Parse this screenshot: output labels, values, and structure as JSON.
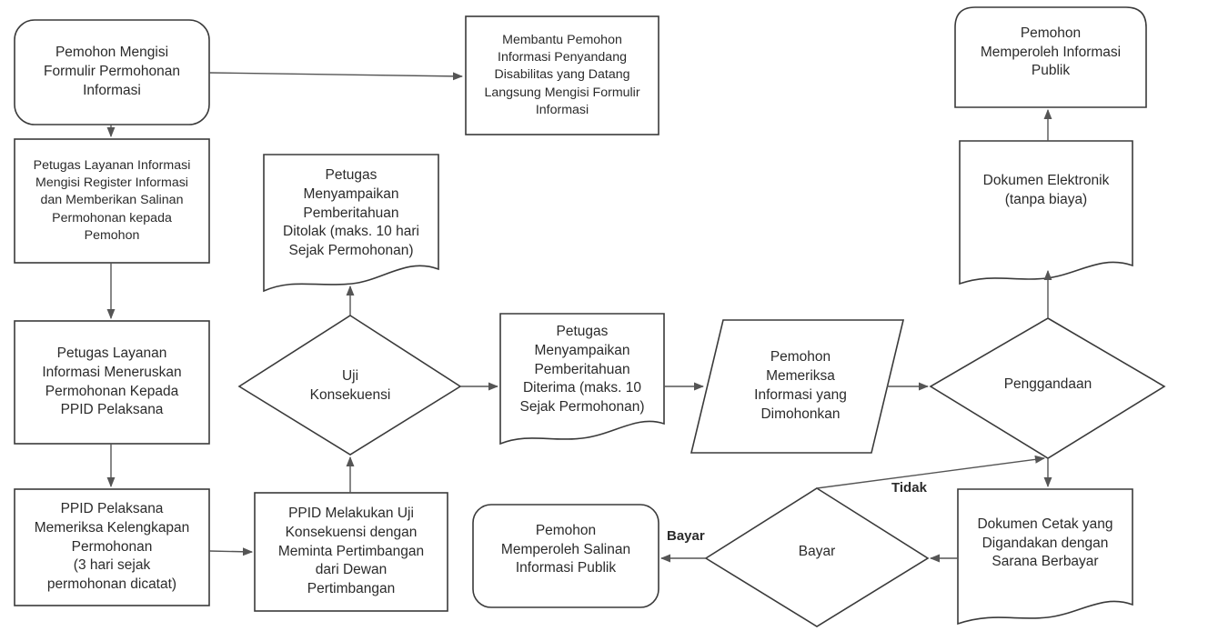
{
  "nodes": {
    "start": "Pemohon Mengisi\nFormulir Permohonan\nInformasi",
    "disabilitas": "Membantu Pemohon\nInformasi Penyandang\nDisabilitas yang Datang\nLangsung Mengisi Formulir\nInformasi",
    "register": "Petugas Layanan Informasi\nMengisi Register Informasi\ndan Memberikan Salinan\nPermohonan kepada\nPemohon",
    "teruskan": "Petugas Layanan\nInformasi Meneruskan\nPermohonan Kepada\nPPID Pelaksana",
    "periksa_kelengkapan": "PPID Pelaksana\nMemeriksa Kelengkapan\nPermohonan\n(3 hari sejak\npermohonan dicatat)",
    "uji_pertimbangan": "PPID Melakukan Uji\nKonsekuensi dengan\nMeminta Pertimbangan\ndari Dewan\nPertimbangan",
    "uji_konsekuensi": "Uji\nKonsekuensi",
    "ditolak": "Petugas\nMenyampaikan\nPemberitahuan\nDitolak (maks. 10 hari\nSejak Permohonan)",
    "diterima": "Petugas\nMenyampaikan\nPemberitahuan\nDiterima (maks. 10\nSejak Permohonan)",
    "memeriksa_info": "Pemohon\nMemeriksa\nInformasi yang\nDimohonkan",
    "penggandaan": "Penggandaan",
    "elektronik": "Dokumen Elektronik\n(tanpa biaya)",
    "memperoleh_publik": "Pemohon\nMemperoleh Informasi\nPublik",
    "cetak": "Dokumen Cetak yang\nDigandakan dengan\nSarana Berbayar",
    "bayar": "Bayar",
    "salinan": "Pemohon\nMemperoleh Salinan\nInformasi Publik"
  },
  "edge_labels": {
    "tidak": "Tidak",
    "bayar": "Bayar"
  }
}
